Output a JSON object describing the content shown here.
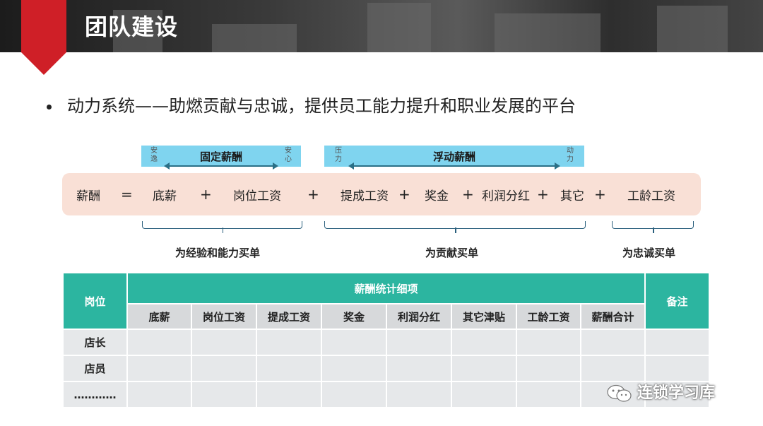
{
  "header": {
    "title": "团队建设"
  },
  "bullet": {
    "text": "动力系统——助燃贡献与忠诚，提供员工能力提升和职业发展的平台"
  },
  "bands": {
    "fixed": {
      "label": "固定薪酬",
      "left": "安逸",
      "right": "安心"
    },
    "floating": {
      "label": "浮动薪酬",
      "left": "压力",
      "right": "动力"
    }
  },
  "formula": {
    "lhs": "薪酬",
    "eq": "=",
    "terms": [
      "底薪",
      "岗位工资",
      "提成工资",
      "奖金",
      "利润分红",
      "其它",
      "工龄工资"
    ],
    "plus": "+"
  },
  "braces": [
    "为经验和能力买单",
    "为贡献买单",
    "为忠诚买单"
  ],
  "table": {
    "col_position": "岗位",
    "group_header": "薪酬统计细项",
    "col_remark": "备注",
    "sub_headers": [
      "底薪",
      "岗位工资",
      "提成工资",
      "奖金",
      "利润分红",
      "其它津贴",
      "工龄工资",
      "薪酬合计"
    ],
    "rows": [
      "店长",
      "店员",
      "…………"
    ]
  },
  "watermark": {
    "text": "连锁学习库",
    "icon": "wechat-icon"
  },
  "colors": {
    "accent_red": "#cf1f27",
    "teal": "#2cb5a0",
    "band_blue": "#7fd4ef",
    "formula_bg": "#f9e0d6"
  }
}
